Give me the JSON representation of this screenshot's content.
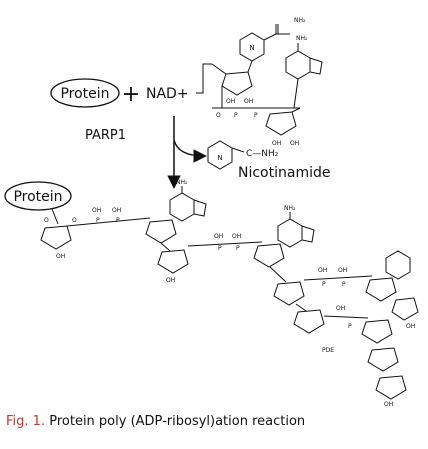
{
  "labels": {
    "protein_top": "Protein",
    "plus": "+",
    "nad": "NAD+",
    "parp1": "PARP1",
    "nicotinamide": "Nicotinamide",
    "protein_bottom": "Protein",
    "nh2": "NH₂",
    "conh2": "C—NH₂",
    "oh": "OH",
    "o": "O",
    "p": "P",
    "pde": "PDE"
  },
  "caption": {
    "figure_label": "Fig. 1.",
    "text": "Protein poly (ADP-ribosyl)ation reaction"
  },
  "colors": {
    "caption_accent": "#c0392b",
    "line": "#111111"
  }
}
